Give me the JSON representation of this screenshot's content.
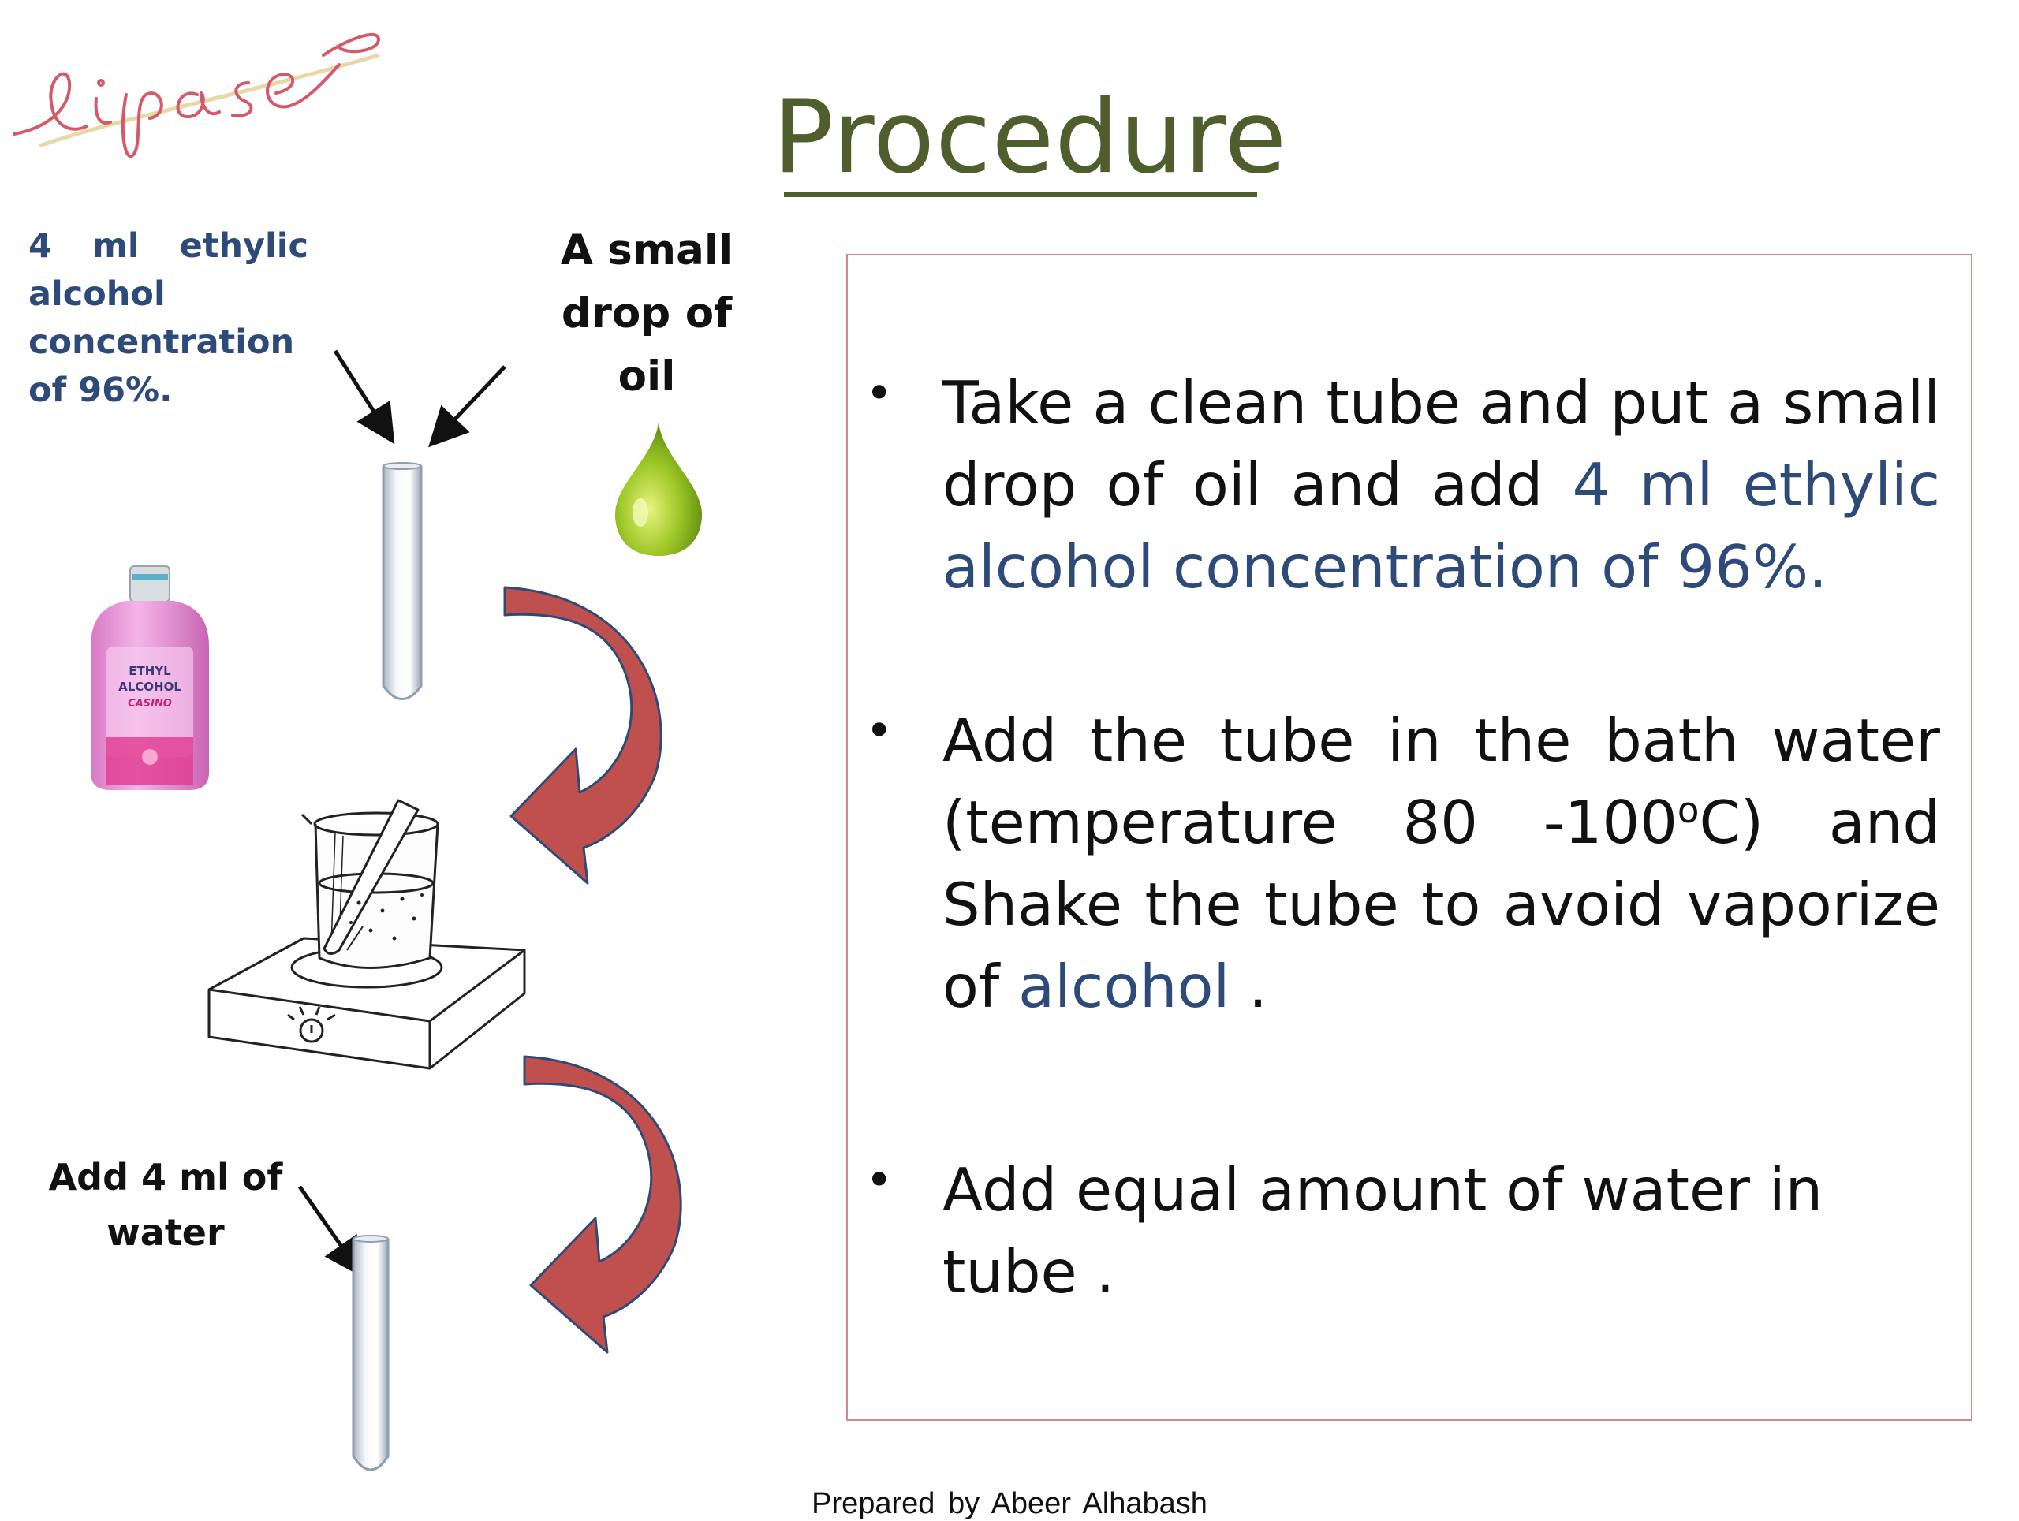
{
  "logo": {
    "text": "lipase"
  },
  "title": "Procedure",
  "labels": {
    "alcohol": "4 ml ethylic alcohol concentration of 96%.",
    "oil": "A small drop of oil",
    "water": "Add 4 ml of water"
  },
  "bottle_label": {
    "line1": "ETHYL",
    "line2": "ALCOHOL",
    "line3": "CASINO"
  },
  "steps": [
    {
      "text_a": "Take a clean tube and put a small drop of oil  and add ",
      "text_b": "4 ml ethylic alcohol concentration of 96%."
    },
    {
      "text_a": "Add the tube in  the bath water (temperature 80 -100",
      "sup": "o",
      "text_b": "C) and Shake the tube to avoid vaporize of ",
      "text_c": "alcohol",
      "text_d": " ."
    },
    {
      "text_a": "Add equal amount of water in tube ."
    }
  ],
  "bullet": "•",
  "footer": "Prepared  by  Abeer Alhabash",
  "colors": {
    "title": "#4e5e2c",
    "blue_text": "#2e4a78",
    "arrow_fill": "#c0504d",
    "arrow_edge": "#2e4a78",
    "box_border": "#d08a8a",
    "oil": "#8fbf1a",
    "bottle": "#e48fd0"
  }
}
